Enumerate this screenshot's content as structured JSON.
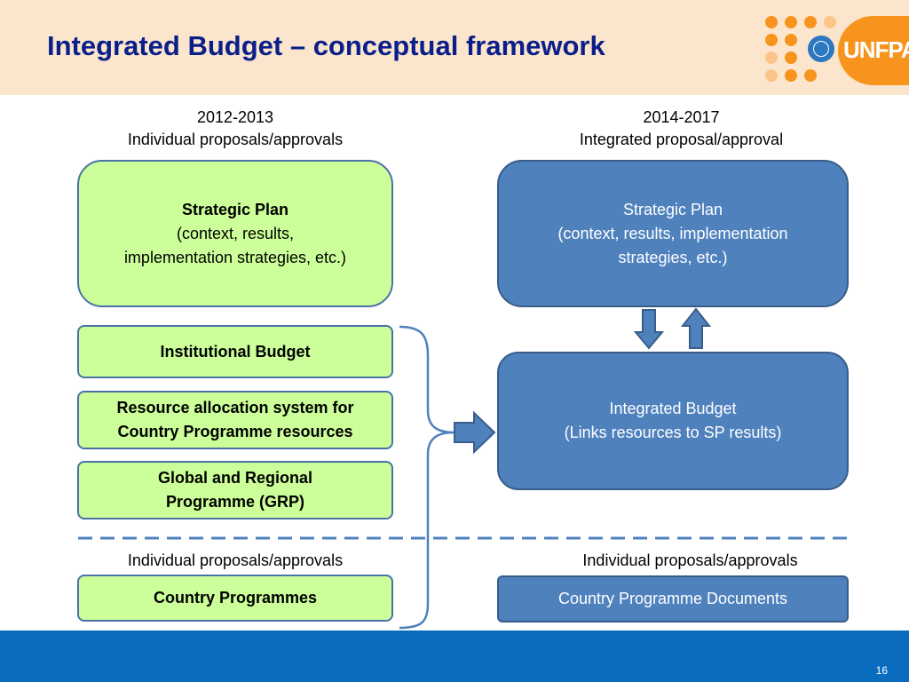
{
  "title": "Integrated Budget – conceptual framework",
  "logo": {
    "text": "UNFPA",
    "icon": "un-emblem-icon"
  },
  "left_column": {
    "year": "2012-2013",
    "subtitle": "Individual proposals/approvals",
    "strategic_plan": {
      "title": "Strategic Plan",
      "line1": "(context, results,",
      "line2": "implementation strategies, etc.)"
    },
    "institutional_budget": "Institutional Budget",
    "resource_allocation": {
      "line1": "Resource allocation system for",
      "line2": "Country Programme resources"
    },
    "grp": {
      "line1": "Global and Regional",
      "line2": "Programme (GRP)"
    },
    "bottom_caption": "Individual proposals/approvals",
    "country_programmes": "Country Programmes"
  },
  "right_column": {
    "year": "2014-2017",
    "subtitle": "Integrated proposal/approval",
    "strategic_plan": {
      "line1": "Strategic Plan",
      "line2": "(context, results, implementation",
      "line3": "strategies, etc.)"
    },
    "integrated_budget": {
      "line1": "Integrated Budget",
      "line2": "(Links resources to SP results)"
    },
    "bottom_caption": "Individual proposals/approvals",
    "cpd": "Country Programme Documents"
  },
  "colors": {
    "header_bg": "#fbe5cc",
    "title": "#0b1f8a",
    "green_box": "#ccff99",
    "blue_box": "#4f81bd",
    "footer": "#0a6cbf",
    "logo_orange": "#f7941d"
  },
  "page_number": "16"
}
